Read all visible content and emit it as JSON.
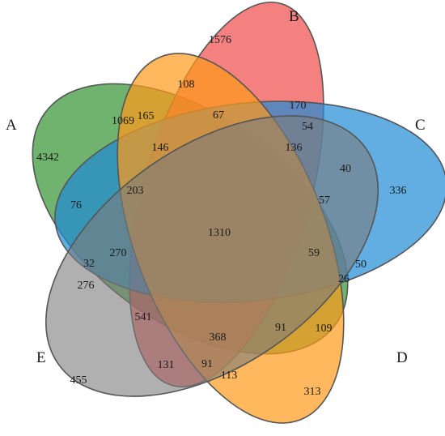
{
  "sets": [
    {
      "id": "A",
      "label": "A",
      "color": "#3f9a3f"
    },
    {
      "id": "B",
      "label": "B",
      "color": "#f04a4a"
    },
    {
      "id": "C",
      "label": "C",
      "color": "#1f8ad6"
    },
    {
      "id": "D",
      "label": "D",
      "color": "#ff9a18"
    },
    {
      "id": "E",
      "label": "E",
      "color": "#7c7c7c"
    }
  ],
  "region_counts": [
    {
      "sets": "A",
      "value": "4342"
    },
    {
      "sets": "B",
      "value": "1576"
    },
    {
      "sets": "C",
      "value": "336"
    },
    {
      "sets": "D",
      "value": "313"
    },
    {
      "sets": "E",
      "value": "455"
    },
    {
      "sets": "B∩D",
      "value": "108"
    },
    {
      "sets": "A∩B",
      "value": "1069"
    },
    {
      "sets": "A∩B∩D",
      "value": "165"
    },
    {
      "sets": "B∩C",
      "value": "170"
    },
    {
      "sets": "B∩C∩D",
      "value": "54"
    },
    {
      "sets": "A∩B∩D∩ (region)",
      "value": "67"
    },
    {
      "sets": "A∩B∩C∩D",
      "value": "146"
    },
    {
      "sets": "B∩C∩D∩E",
      "value": "136"
    },
    {
      "sets": "C∩D",
      "value": "40"
    },
    {
      "sets": "A∩C",
      "value": "76"
    },
    {
      "sets": "A∩B∩C",
      "value": "203"
    },
    {
      "sets": "A∩B∩C∩D∩E",
      "value": "1310"
    },
    {
      "sets": "C∩D∩ (region)",
      "value": "57"
    },
    {
      "sets": "A∩C∩E",
      "value": "270"
    },
    {
      "sets": "C∩D∩E",
      "value": "59"
    },
    {
      "sets": "A∩C∩E (edge)",
      "value": "32"
    },
    {
      "sets": "C∩D (edge)",
      "value": "50"
    },
    {
      "sets": "A∩E",
      "value": "276"
    },
    {
      "sets": "D∩E∩C",
      "value": "26"
    },
    {
      "sets": "A∩B∩E",
      "value": "541"
    },
    {
      "sets": "A∩B∩D∩E",
      "value": "368"
    },
    {
      "sets": "B∩D∩E",
      "value": "91"
    },
    {
      "sets": "D∩E∩C (lower)",
      "value": "109"
    },
    {
      "sets": "B∩E",
      "value": "131"
    },
    {
      "sets": "B∩D∩E (lower)",
      "value": "91"
    },
    {
      "sets": "D∩E",
      "value": "113"
    }
  ]
}
